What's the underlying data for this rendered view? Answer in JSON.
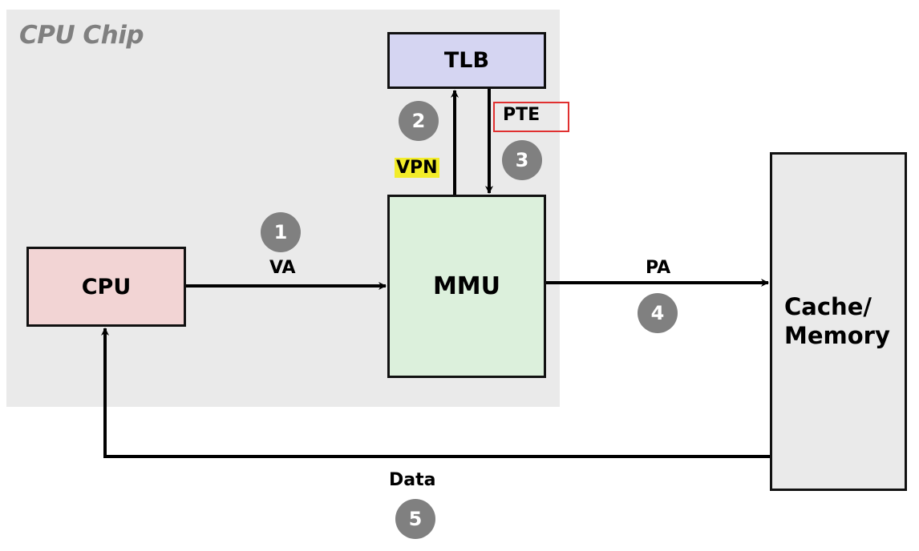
{
  "diagram": {
    "chip_label": "CPU Chip",
    "components": {
      "tlb": "TLB",
      "cpu": "CPU",
      "mmu": "MMU",
      "memory_line1": "Cache/",
      "memory_line2": "Memory"
    },
    "signals": {
      "va": "VA",
      "vpn": "VPN",
      "pte": "PTE",
      "pa": "PA",
      "data": "Data"
    },
    "steps": [
      "1",
      "2",
      "3",
      "4",
      "5"
    ],
    "colors": {
      "chip": "#eaeaea",
      "tlb": "#d5d5f2",
      "cpu": "#f2d4d4",
      "mmu": "#dcf0dc",
      "memory": "#eaeaea",
      "step_badge": "#808080",
      "vpn_highlight": "#f2ec2a",
      "pte_outline": "#e03030"
    }
  }
}
